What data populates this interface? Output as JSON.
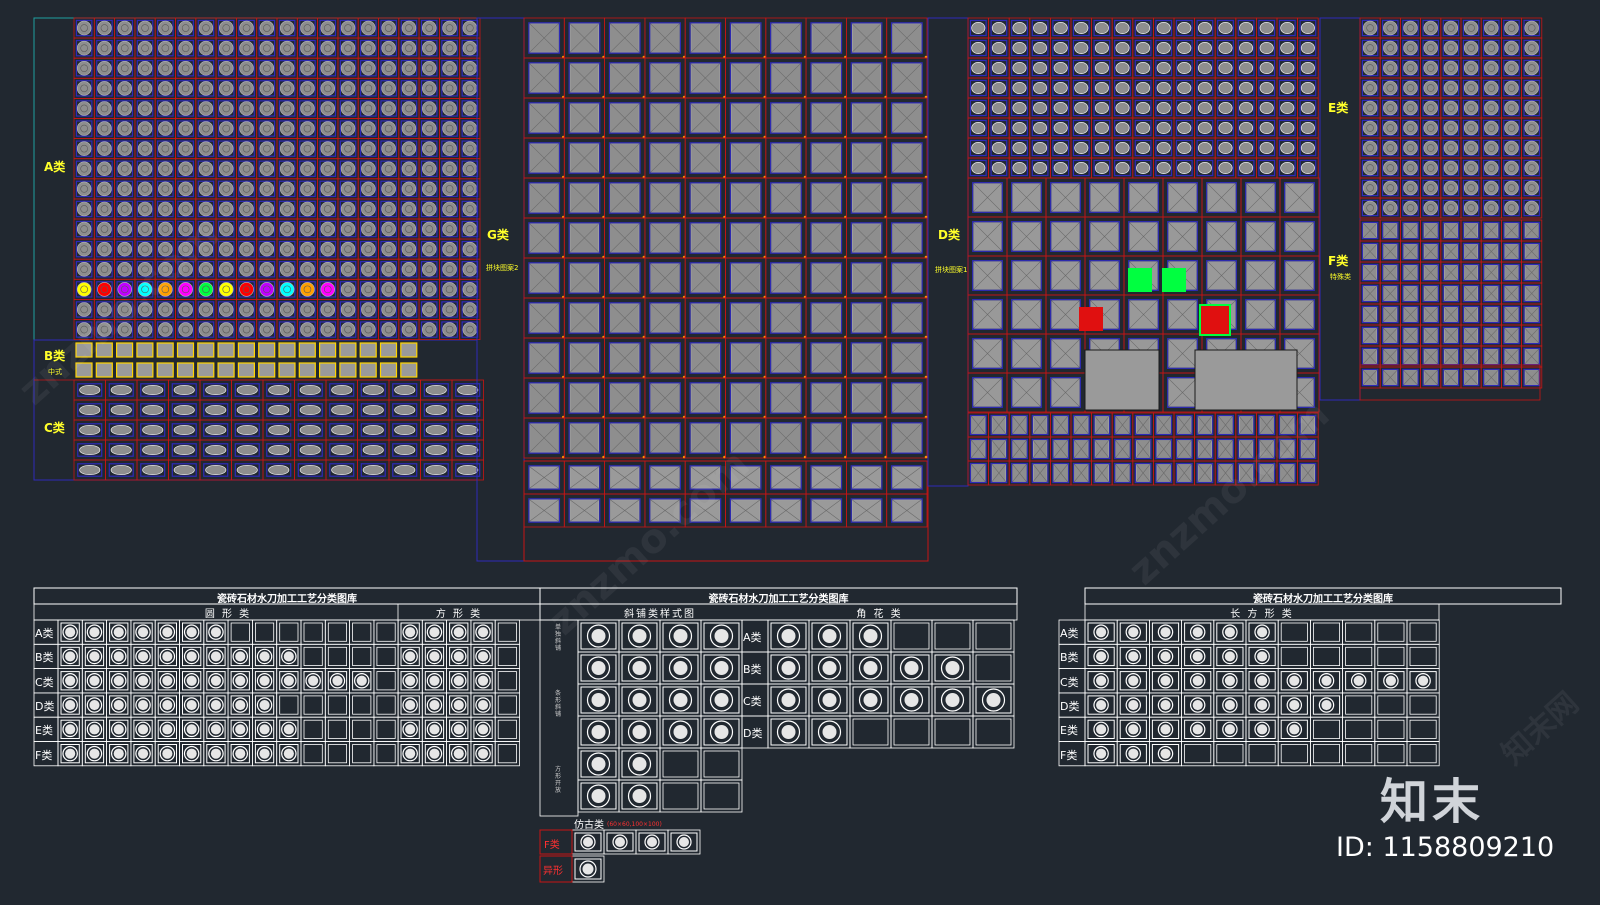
{
  "panel_labels": {
    "a": "A类",
    "b": "B类",
    "b_sub": "中式",
    "c": "C类",
    "g": "G类",
    "g_sub": "拼块图案2",
    "d": "D类",
    "d_sub": "拼块图案1",
    "e": "E类",
    "f": "F类",
    "f_sub": "特殊类"
  },
  "table_left": {
    "title": "瓷砖石材水刀加工工艺分类图库",
    "header_round": "圆 形 类",
    "header_square": "方 形 类",
    "rows": [
      "A类",
      "B类",
      "C类",
      "D类",
      "E类",
      "F类"
    ]
  },
  "table_middle": {
    "title": "瓷砖石材水刀加工工艺分类图库",
    "header_diagonal": "斜铺类样式图",
    "header_corner": "角 花 类",
    "side_notes": [
      "单独斜铺",
      "条形斜铺",
      "方形开放"
    ],
    "rows": [
      "A类",
      "B类",
      "C类",
      "D类"
    ],
    "antique_label": "仿古类",
    "antique_note": "(60×60,100×100)",
    "f_row_label": "F类",
    "special_label": "异形"
  },
  "table_right": {
    "title": "瓷砖石材水刀加工工艺分类图库",
    "header_rect": "长 方 形 类",
    "rows": [
      "A类",
      "B类",
      "C类",
      "D类",
      "E类",
      "F类"
    ]
  },
  "watermark": {
    "logo": "知末",
    "id": "ID: 1158809210",
    "site": "znzmo.com",
    "corner": "知末网"
  },
  "colors": {
    "background": "#212830",
    "grid_red": "#c81414",
    "tile_blue": "#2e2ab8",
    "tile_fill": "#8e8e8e",
    "label_yellow": "#ffff2a",
    "table_white": "#ffffff"
  }
}
